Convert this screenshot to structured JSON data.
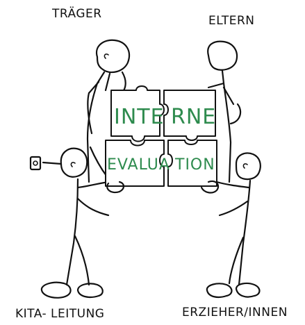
{
  "labels": {
    "top_left": "TRÄGER",
    "top_right": "ELTERN",
    "bottom_left": "KITA- LEITUNG",
    "bottom_right": "ERZIEHER/INNEN"
  },
  "puzzle": {
    "word1_left": "INTE",
    "word1_right": "RNE",
    "word2_left": "EVALUA",
    "word2_right": "TION"
  },
  "colors": {
    "ink": "#111111",
    "puzzle_text": "#2e8b4e"
  }
}
